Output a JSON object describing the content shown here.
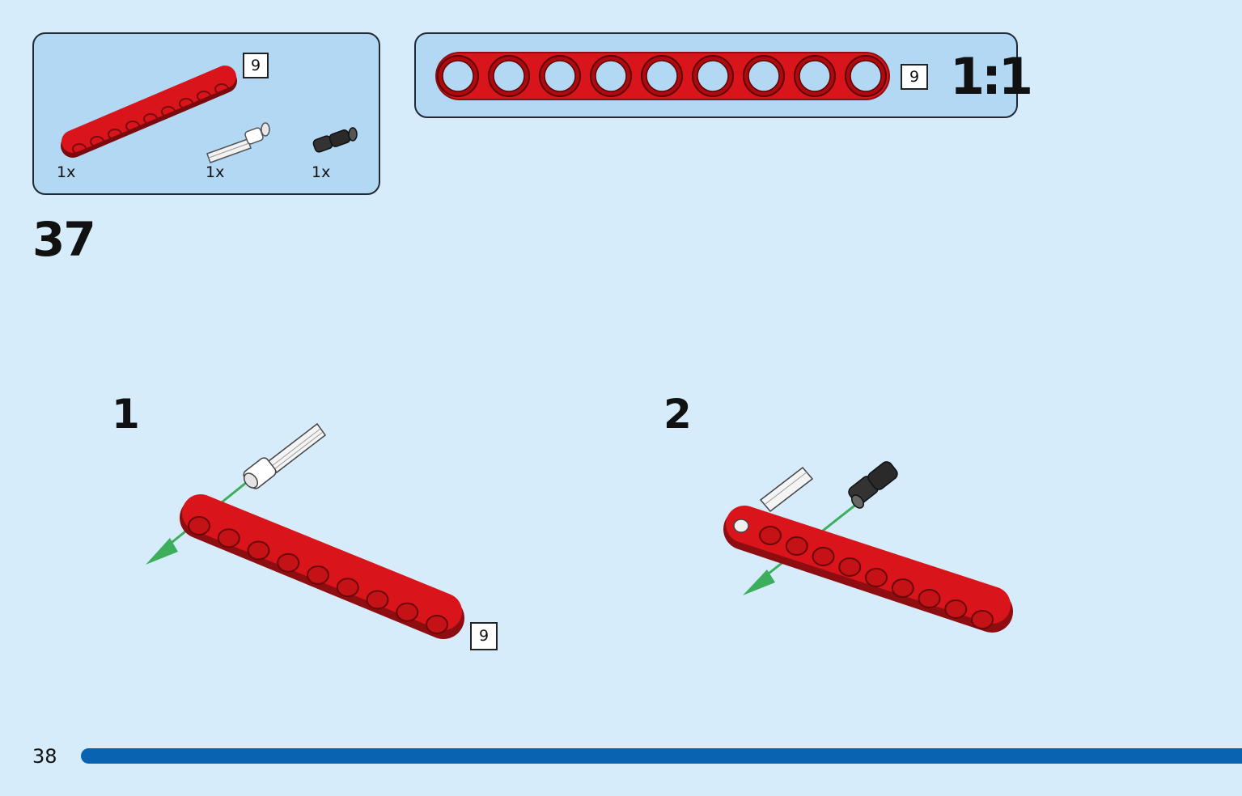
{
  "parts_list": {
    "beam_quantity": "1x",
    "axle_pin_quantity": "1x",
    "friction_pin_quantity": "1x",
    "beam_length_tag": "9"
  },
  "scale_box": {
    "length_tag": "9",
    "ratio": "1:1",
    "hole_count": 9
  },
  "step_number": "37",
  "substeps": [
    {
      "number": "1",
      "length_tag": "9"
    },
    {
      "number": "2"
    }
  ],
  "page_number": "38",
  "colors": {
    "background": "#d6ecfb",
    "panel": "#b3d8f4",
    "beam_red": "#d9151b",
    "beam_dark": "#8e0d10",
    "arrow_green": "#3dae5b",
    "progress_blue": "#0a63b0"
  }
}
